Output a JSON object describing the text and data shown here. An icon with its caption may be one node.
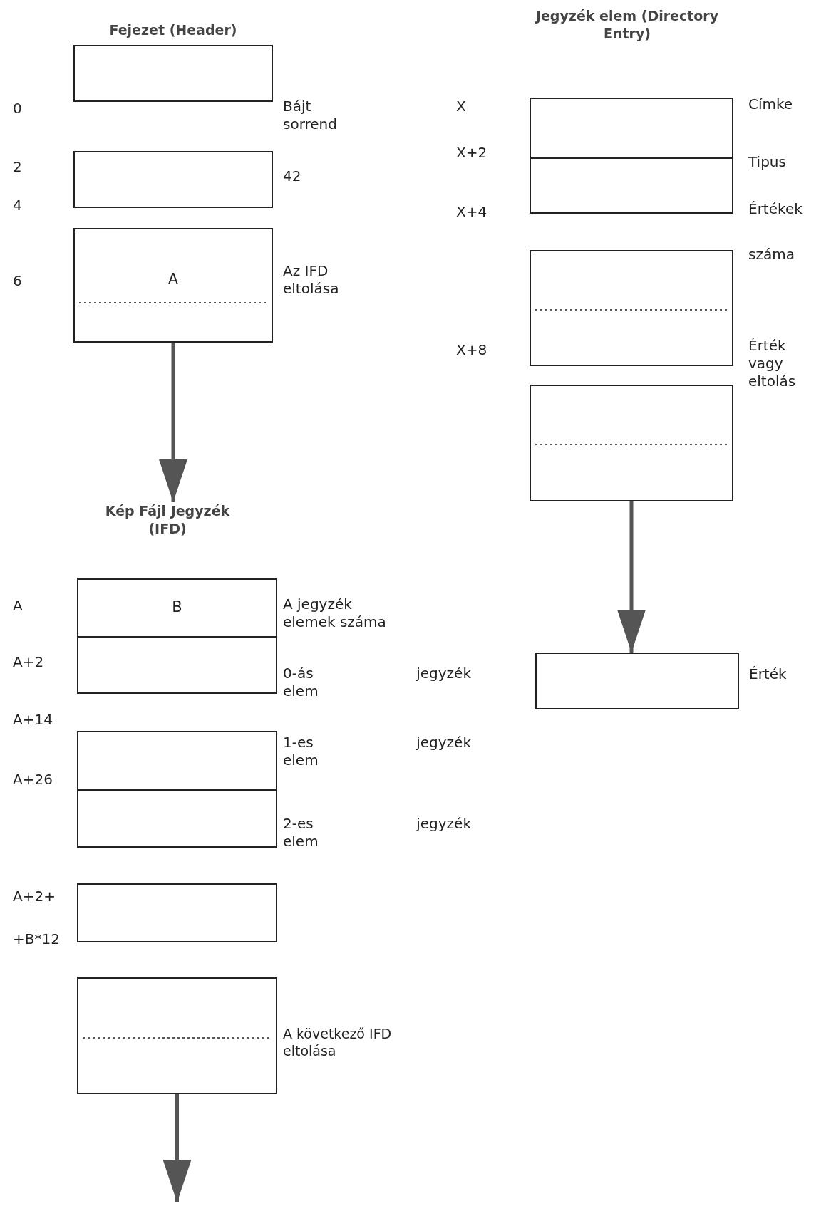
{
  "diagram": {
    "nodes": [
      {
        "text": [],
        "shape": "box"
      },
      {
        "text": [],
        "shape": "box"
      },
      {
        "text": [
          "A"
        ]
      },
      {
        "text": [
          "Kép Fájl Jegyzék (IFD)"
        ]
      },
      {
        "text": [
          "B"
        ]
      },
      {
        "text": [],
        "shape": "box"
      },
      {
        "text": [],
        "shape": "box"
      },
      {
        "text": [],
        "shape": "box"
      },
      {
        "text": [],
        "shape": "box"
      },
      {
        "text": [],
        "shape": "box"
      },
      {
        "text": [],
        "shape": "box"
      },
      {
        "text": [],
        "shape": "box",
        "beside": [
          "Érték"
        ]
      }
    ],
    "edges": [
      {
        "from": 2,
        "to": 3,
        "arrow": "to"
      },
      {
        "from": 7,
        "to": null,
        "arrow": "to"
      },
      {
        "from": 10,
        "to": 11,
        "arrow": "to"
      }
    ],
    "labels": [
      "Fejezet (Header)",
      "Jegyzék elem (Directory Entry)",
      "0",
      "Bájt sorrend",
      "2",
      "42",
      "4",
      "6",
      "Az IFD eltolása",
      "X",
      "Címke",
      "X+2",
      "Tipus",
      "X+4",
      "Értékek",
      "száma",
      "X+8",
      "Érték vagy eltolás",
      "A",
      "A jegyzék elemek száma",
      "A+2",
      "0-ás jegyzék elem",
      "A+14",
      "1-es jegyzék elem",
      "A+26",
      "2-es jegyzék elem",
      "A+2+",
      "+B*12",
      "A következő IFD eltolása"
    ]
  }
}
